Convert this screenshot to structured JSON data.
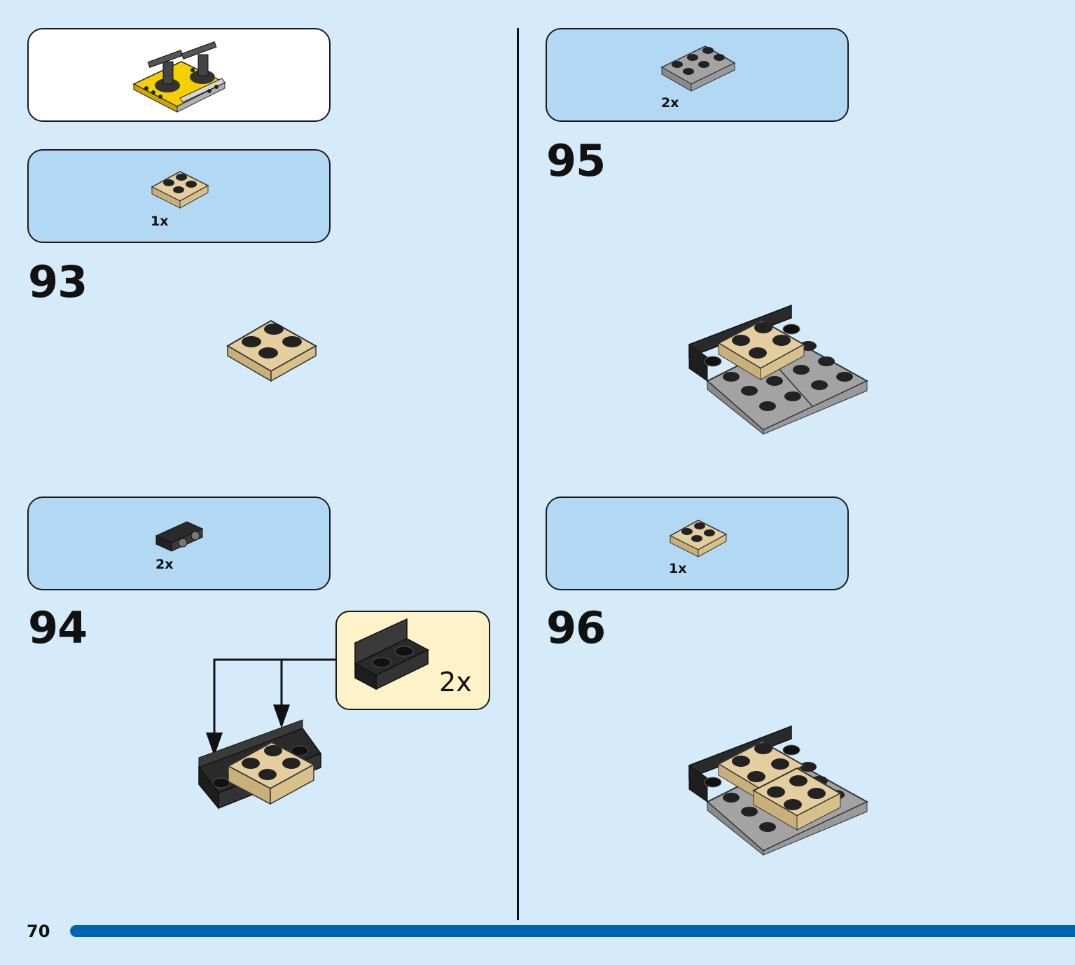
{
  "page": {
    "number": "70"
  },
  "callout_top_left": {
    "type": "submodel-preview"
  },
  "steps": [
    {
      "number": "93",
      "parts": [
        {
          "qty": "1x",
          "part": "tan-plate-2x2"
        }
      ]
    },
    {
      "number": "94",
      "parts": [
        {
          "qty": "2x",
          "part": "black-bracket-1x2"
        }
      ],
      "subassembly_callout": {
        "qty": "2x",
        "part": "black-bracket-1x2"
      }
    },
    {
      "number": "95",
      "parts": [
        {
          "qty": "2x",
          "part": "grey-plate-2x3"
        }
      ]
    },
    {
      "number": "96",
      "parts": [
        {
          "qty": "1x",
          "part": "tan-plate-2x2"
        }
      ]
    }
  ],
  "colors": {
    "background": "#d6ebfa",
    "parts_panel": "#b3d8f4",
    "callout": "#fdf2c8",
    "page_bar": "#0063b1",
    "tan": "#e4cd9e",
    "grey": "#a3a3a3",
    "black": "#2a2a2a",
    "yellow": "#f5d000"
  }
}
